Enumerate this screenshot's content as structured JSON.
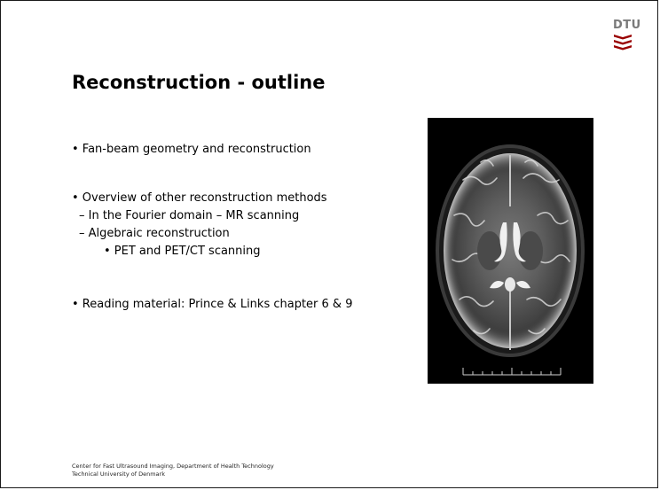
{
  "logo": {
    "text": "DTU"
  },
  "title": "Reconstruction - outline",
  "bullets": {
    "b1": "• Fan-beam geometry and reconstruction",
    "b2": "• Overview of other reconstruction methods",
    "b3": "– In the Fourier domain – MR scanning",
    "b4": "– Algebraic reconstruction",
    "b5": "• PET and PET/CT scanning",
    "b6": "• Reading material: Prince & Links chapter 6 & 9"
  },
  "footer": {
    "line1": "Center for Fast Ultrasound Imaging, Department of Health Technology",
    "line2": "Technical University of Denmark"
  },
  "colors": {
    "logo_red": "#990000",
    "logo_gray": "#7a7a7a"
  }
}
